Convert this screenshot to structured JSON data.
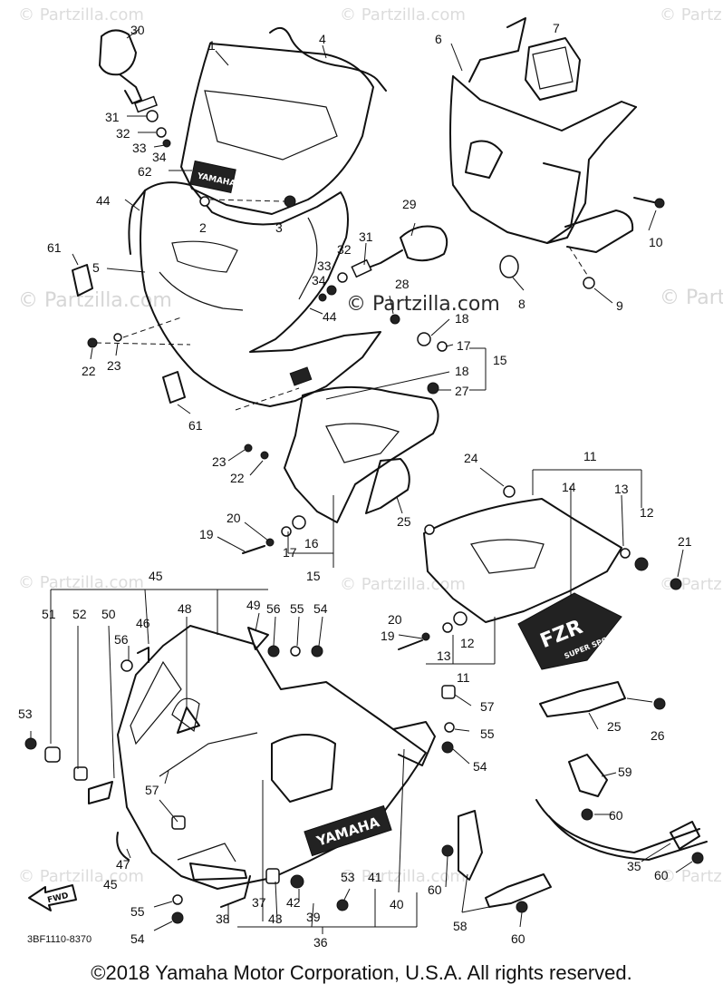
{
  "watermark": {
    "text": "© Partzilla.com",
    "center_text": "© Partzilla.com"
  },
  "drawing_code": "3BF1110-8370",
  "copyright": "©2018  Yamaha Motor Corporation, U.S.A. All rights reserved.",
  "logos": {
    "windshield_badge": "YAMAHA",
    "fairing_badge": "YAMAHA",
    "fzr_decal": "FZR",
    "fzr_sub": "SUPER SPORTS",
    "fwd_arrow": "FWD"
  },
  "callouts": [
    {
      "id": "c30",
      "label": "30"
    },
    {
      "id": "c1",
      "label": "1"
    },
    {
      "id": "c4",
      "label": "4"
    },
    {
      "id": "c6",
      "label": "6"
    },
    {
      "id": "c7",
      "label": "7"
    },
    {
      "id": "c31a",
      "label": "31"
    },
    {
      "id": "c32a",
      "label": "32"
    },
    {
      "id": "c33a",
      "label": "33"
    },
    {
      "id": "c34a",
      "label": "34"
    },
    {
      "id": "c62",
      "label": "62"
    },
    {
      "id": "c44a",
      "label": "44"
    },
    {
      "id": "c2",
      "label": "2"
    },
    {
      "id": "c3",
      "label": "3"
    },
    {
      "id": "c29",
      "label": "29"
    },
    {
      "id": "c10",
      "label": "10"
    },
    {
      "id": "c61a",
      "label": "61"
    },
    {
      "id": "c5",
      "label": "5"
    },
    {
      "id": "c31b",
      "label": "31"
    },
    {
      "id": "c32b",
      "label": "32"
    },
    {
      "id": "c33b",
      "label": "33"
    },
    {
      "id": "c34b",
      "label": "34"
    },
    {
      "id": "c28",
      "label": "28"
    },
    {
      "id": "c8",
      "label": "8"
    },
    {
      "id": "c9",
      "label": "9"
    },
    {
      "id": "c44b",
      "label": "44"
    },
    {
      "id": "c18a",
      "label": "18"
    },
    {
      "id": "c17a",
      "label": "17"
    },
    {
      "id": "c15a",
      "label": "15"
    },
    {
      "id": "c18b",
      "label": "18"
    },
    {
      "id": "c27",
      "label": "27"
    },
    {
      "id": "c22a",
      "label": "22"
    },
    {
      "id": "c23a",
      "label": "23"
    },
    {
      "id": "c61b",
      "label": "61"
    },
    {
      "id": "c23b",
      "label": "23"
    },
    {
      "id": "c22b",
      "label": "22"
    },
    {
      "id": "c24",
      "label": "24"
    },
    {
      "id": "c11a",
      "label": "11"
    },
    {
      "id": "c14",
      "label": "14"
    },
    {
      "id": "c13a",
      "label": "13"
    },
    {
      "id": "c12a",
      "label": "12"
    },
    {
      "id": "c21",
      "label": "21"
    },
    {
      "id": "c25a",
      "label": "25"
    },
    {
      "id": "c20a",
      "label": "20"
    },
    {
      "id": "c19a",
      "label": "19"
    },
    {
      "id": "c17b",
      "label": "17"
    },
    {
      "id": "c16",
      "label": "16"
    },
    {
      "id": "c15b",
      "label": "15"
    },
    {
      "id": "c45a",
      "label": "45"
    },
    {
      "id": "c51",
      "label": "51"
    },
    {
      "id": "c52",
      "label": "52"
    },
    {
      "id": "c50",
      "label": "50"
    },
    {
      "id": "c46",
      "label": "46"
    },
    {
      "id": "c48",
      "label": "48"
    },
    {
      "id": "c49",
      "label": "49"
    },
    {
      "id": "c56a",
      "label": "56"
    },
    {
      "id": "c55a",
      "label": "55"
    },
    {
      "id": "c54a",
      "label": "54"
    },
    {
      "id": "c56b",
      "label": "56"
    },
    {
      "id": "c20b",
      "label": "20"
    },
    {
      "id": "c19b",
      "label": "19"
    },
    {
      "id": "c13b",
      "label": "13"
    },
    {
      "id": "c12b",
      "label": "12"
    },
    {
      "id": "c11b",
      "label": "11"
    },
    {
      "id": "c53a",
      "label": "53"
    },
    {
      "id": "c57a",
      "label": "57"
    },
    {
      "id": "c55b",
      "label": "55"
    },
    {
      "id": "c25b",
      "label": "25"
    },
    {
      "id": "c26",
      "label": "26"
    },
    {
      "id": "c54b",
      "label": "54"
    },
    {
      "id": "c57b",
      "label": "57"
    },
    {
      "id": "c59",
      "label": "59"
    },
    {
      "id": "c60a",
      "label": "60"
    },
    {
      "id": "c47",
      "label": "47"
    },
    {
      "id": "c45b",
      "label": "45"
    },
    {
      "id": "c53b",
      "label": "53"
    },
    {
      "id": "c41",
      "label": "41"
    },
    {
      "id": "c60b",
      "label": "60"
    },
    {
      "id": "c35",
      "label": "35"
    },
    {
      "id": "c60c",
      "label": "60"
    },
    {
      "id": "c55c",
      "label": "55"
    },
    {
      "id": "c37",
      "label": "37"
    },
    {
      "id": "c42",
      "label": "42"
    },
    {
      "id": "c39",
      "label": "39"
    },
    {
      "id": "c40",
      "label": "40"
    },
    {
      "id": "c54c",
      "label": "54"
    },
    {
      "id": "c38",
      "label": "38"
    },
    {
      "id": "c43",
      "label": "43"
    },
    {
      "id": "c36",
      "label": "36"
    },
    {
      "id": "c58",
      "label": "58"
    },
    {
      "id": "c60d",
      "label": "60"
    }
  ]
}
